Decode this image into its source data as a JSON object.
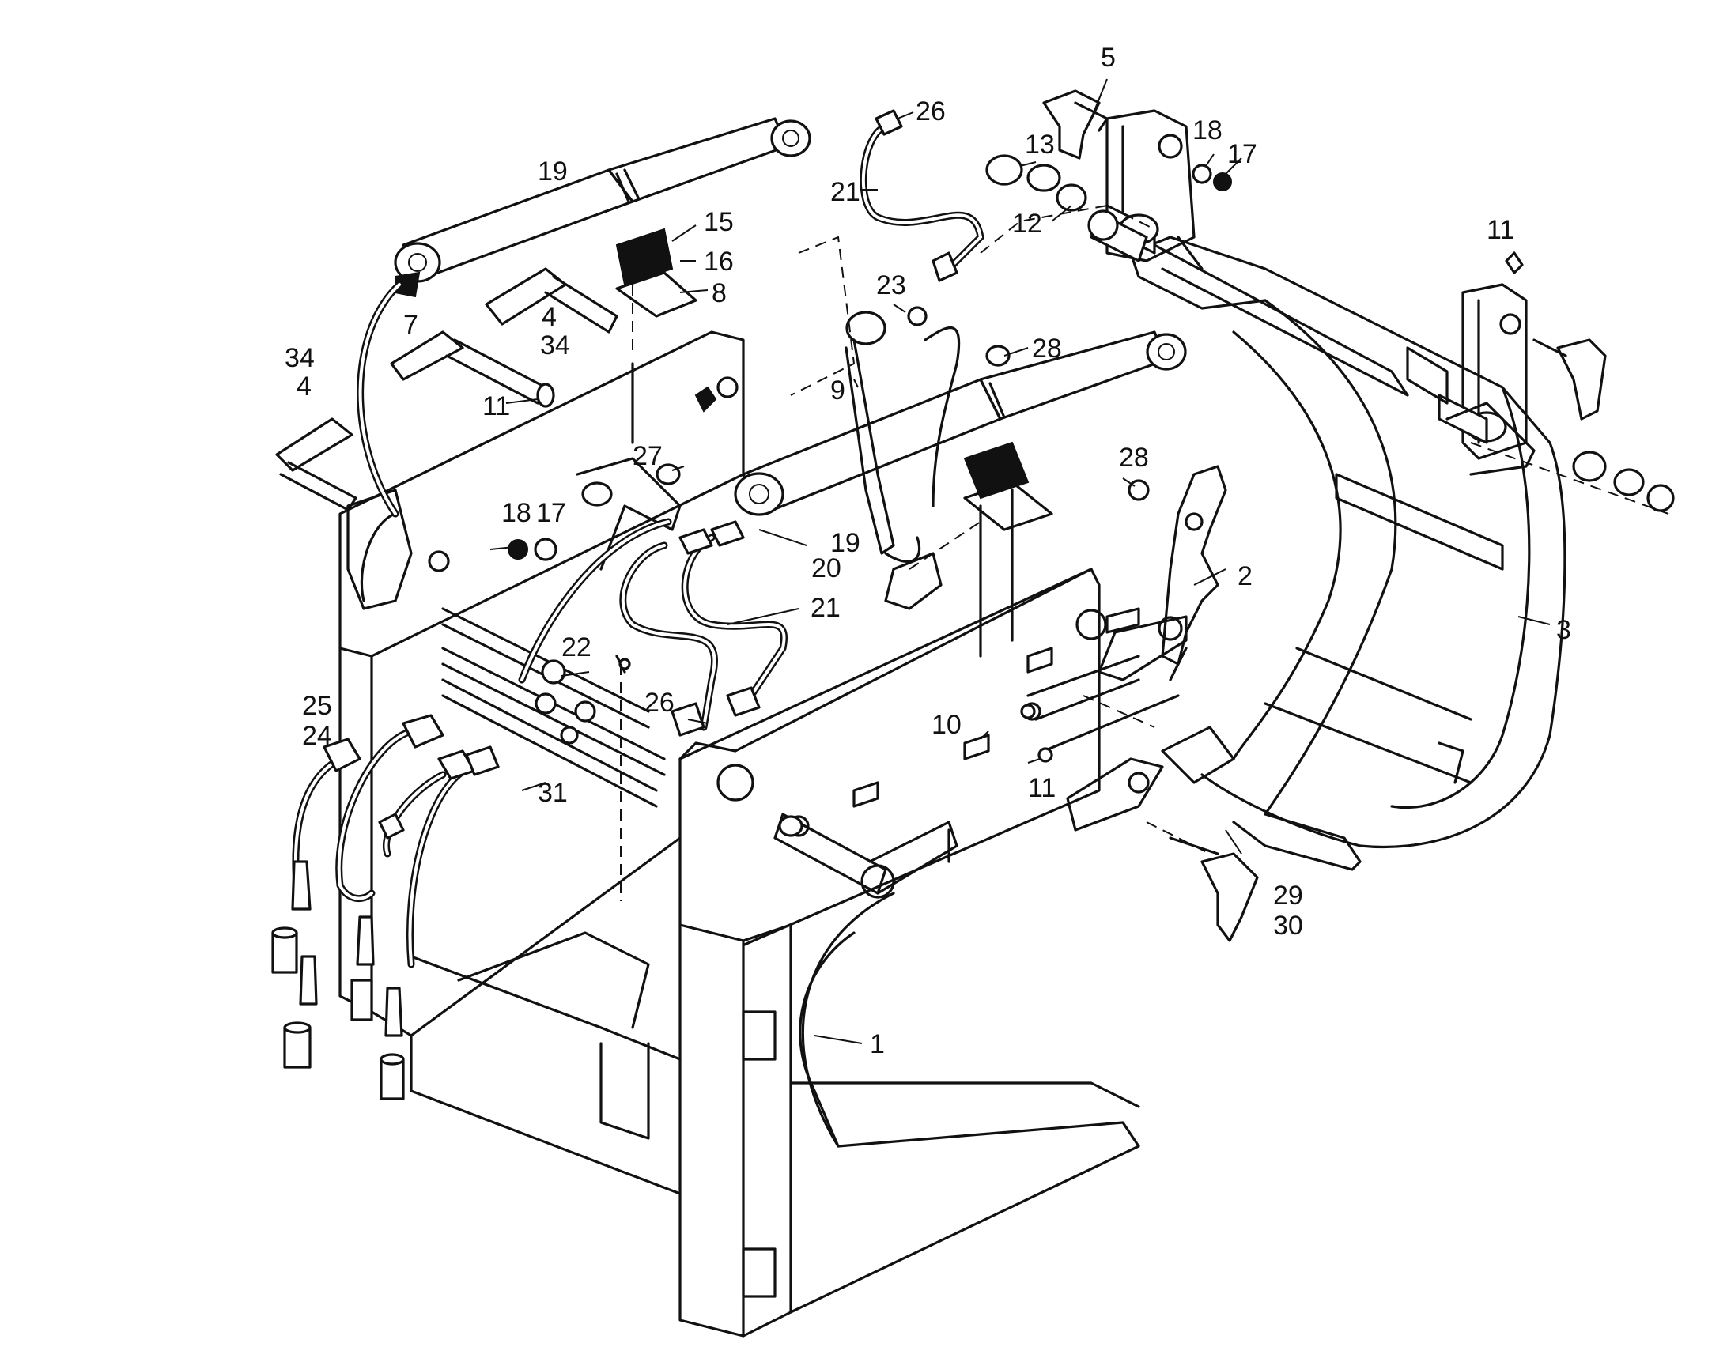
{
  "labels": [
    {
      "id": "l-5",
      "text": "5"
    },
    {
      "id": "l-26a",
      "text": "26"
    },
    {
      "id": "l-19a",
      "text": "19"
    },
    {
      "id": "l-13",
      "text": "13"
    },
    {
      "id": "l-18a",
      "text": "18"
    },
    {
      "id": "l-17a",
      "text": "17"
    },
    {
      "id": "l-21a",
      "text": "21"
    },
    {
      "id": "l-12",
      "text": "12"
    },
    {
      "id": "l-15",
      "text": "15"
    },
    {
      "id": "l-16",
      "text": "16"
    },
    {
      "id": "l-11a",
      "text": "11"
    },
    {
      "id": "l-8",
      "text": "8"
    },
    {
      "id": "l-23",
      "text": "23"
    },
    {
      "id": "l-4a",
      "text": "4"
    },
    {
      "id": "l-7",
      "text": "7"
    },
    {
      "id": "l-34a",
      "text": "34"
    },
    {
      "id": "l-28a",
      "text": "28"
    },
    {
      "id": "l-34b",
      "text": "34"
    },
    {
      "id": "l-4b",
      "text": "4"
    },
    {
      "id": "l-11b",
      "text": "11"
    },
    {
      "id": "l-9",
      "text": "9"
    },
    {
      "id": "l-28b",
      "text": "28"
    },
    {
      "id": "l-27",
      "text": "27"
    },
    {
      "id": "l-18b",
      "text": "18"
    },
    {
      "id": "l-17b",
      "text": "17"
    },
    {
      "id": "l-19b",
      "text": "19"
    },
    {
      "id": "l-2",
      "text": "2"
    },
    {
      "id": "l-20",
      "text": "20"
    },
    {
      "id": "l-21b",
      "text": "21"
    },
    {
      "id": "l-3",
      "text": "3"
    },
    {
      "id": "l-22",
      "text": "22"
    },
    {
      "id": "l-25",
      "text": "25"
    },
    {
      "id": "l-26b",
      "text": "26"
    },
    {
      "id": "l-24",
      "text": "24"
    },
    {
      "id": "l-10",
      "text": "10"
    },
    {
      "id": "l-31",
      "text": "31"
    },
    {
      "id": "l-11c",
      "text": "11"
    },
    {
      "id": "l-29",
      "text": "29"
    },
    {
      "id": "l-30",
      "text": "30"
    },
    {
      "id": "l-1",
      "text": "1"
    }
  ]
}
